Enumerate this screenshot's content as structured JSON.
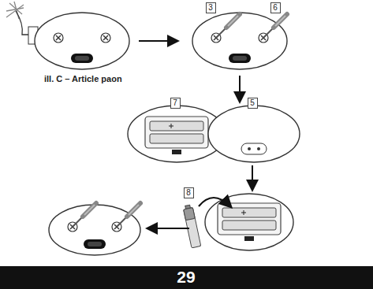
{
  "diagram": {
    "labels": [
      "3",
      "6",
      "7",
      "5",
      "8",
      "ill. C – Article paon",
      "29"
    ]
  }
}
